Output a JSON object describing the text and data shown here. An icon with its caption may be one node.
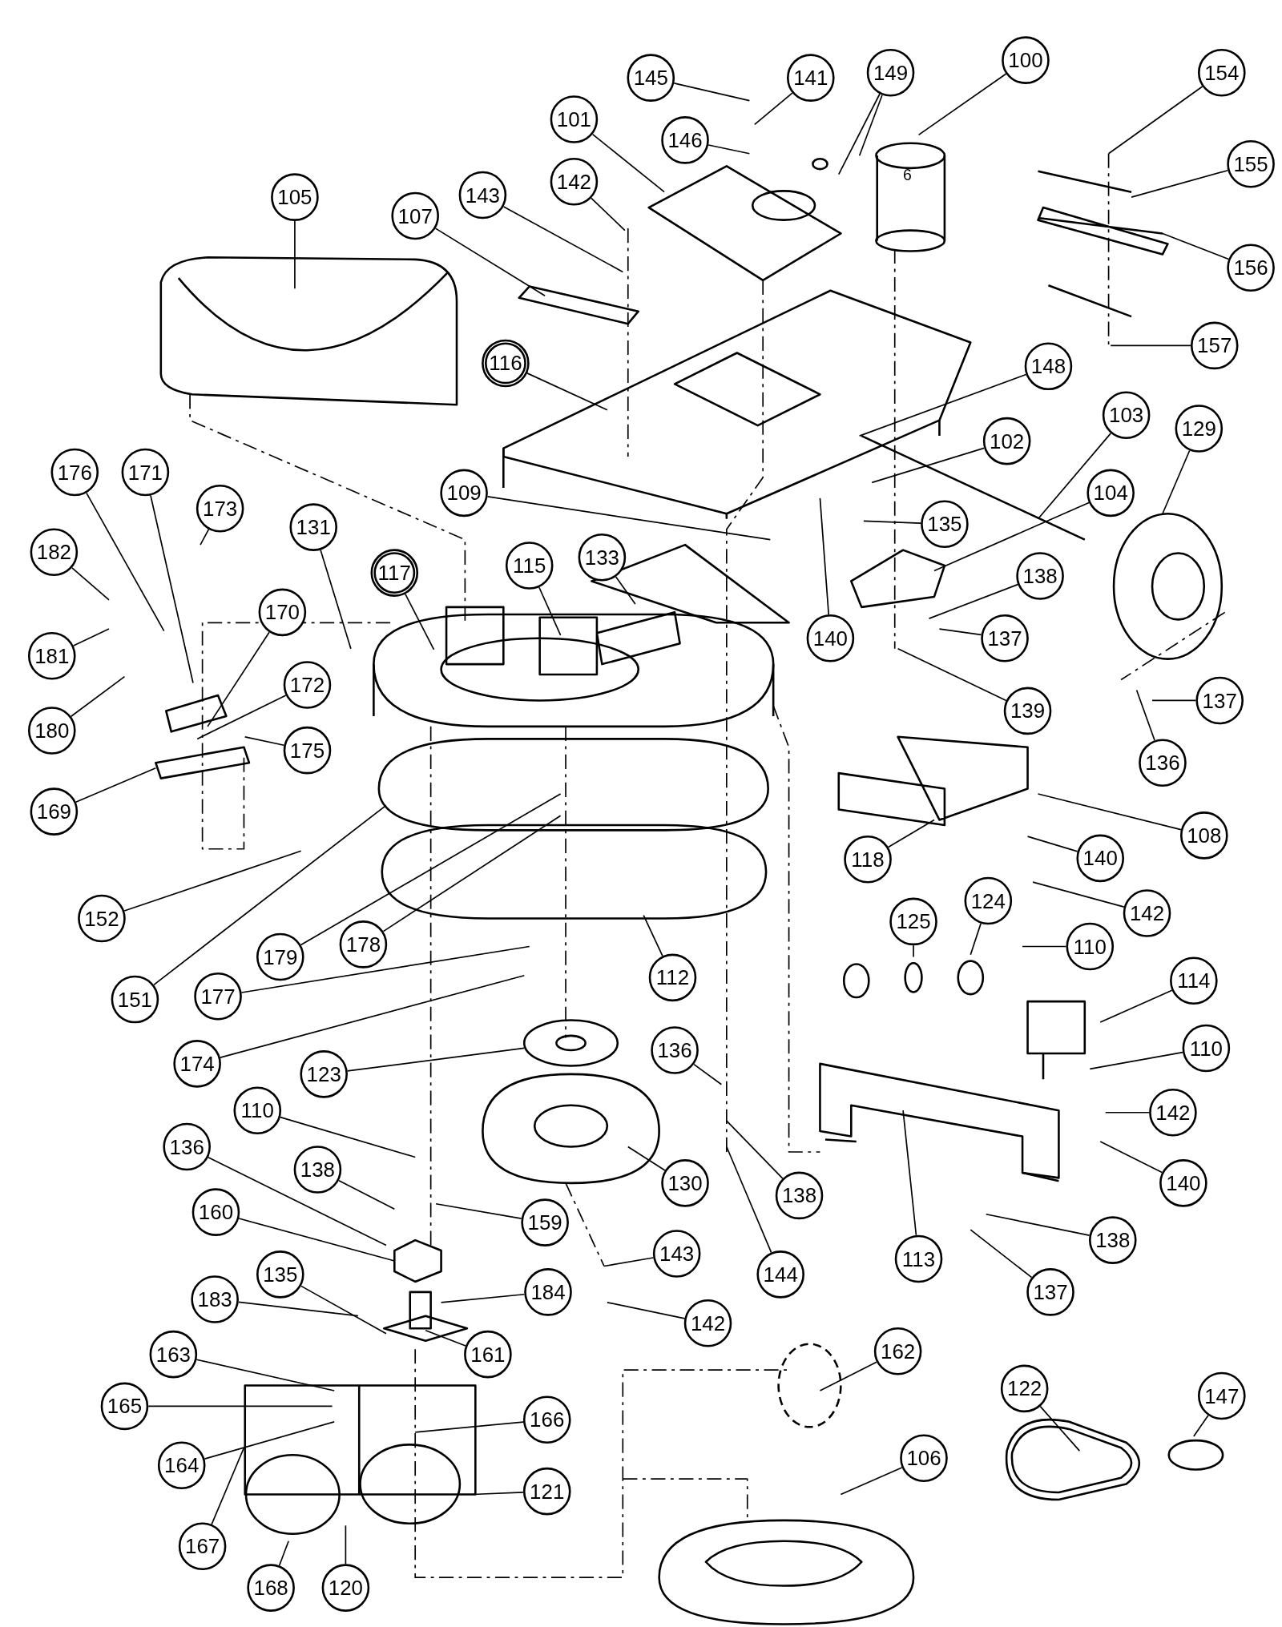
{
  "diagram": {
    "nodes": [
      {
        "text": [
          "145"
        ]
      },
      {
        "text": [
          "141"
        ]
      },
      {
        "text": [
          "149"
        ]
      },
      {
        "text": [
          "100"
        ]
      },
      {
        "text": [
          "154"
        ]
      },
      {
        "text": [
          "101"
        ]
      },
      {
        "text": [
          "146"
        ]
      },
      {
        "text": [
          "142"
        ]
      },
      {
        "text": [
          "155"
        ]
      },
      {
        "text": [
          "105"
        ]
      },
      {
        "text": [
          "143"
        ]
      },
      {
        "text": [
          "107"
        ]
      },
      {
        "text": [
          "156"
        ]
      },
      {
        "text": [
          "157"
        ]
      },
      {
        "text": [
          "116"
        ]
      },
      {
        "text": [
          "148"
        ]
      },
      {
        "text": [
          "103"
        ]
      },
      {
        "text": [
          "129"
        ]
      },
      {
        "text": [
          "102"
        ]
      },
      {
        "text": [
          "104"
        ]
      },
      {
        "text": [
          "176"
        ]
      },
      {
        "text": [
          "171"
        ]
      },
      {
        "text": [
          "173"
        ]
      },
      {
        "text": [
          "109"
        ]
      },
      {
        "text": [
          "131"
        ]
      },
      {
        "text": [
          "135"
        ]
      },
      {
        "text": [
          "182"
        ]
      },
      {
        "text": [
          "133"
        ]
      },
      {
        "text": [
          "115"
        ]
      },
      {
        "text": [
          "117"
        ]
      },
      {
        "text": [
          "138"
        ]
      },
      {
        "text": [
          "181"
        ]
      },
      {
        "text": [
          "170"
        ]
      },
      {
        "text": [
          "140"
        ]
      },
      {
        "text": [
          "137"
        ]
      },
      {
        "text": [
          "137"
        ]
      },
      {
        "text": [
          "139"
        ]
      },
      {
        "text": [
          "180"
        ]
      },
      {
        "text": [
          "172"
        ]
      },
      {
        "text": [
          "175"
        ]
      },
      {
        "text": [
          "136"
        ]
      },
      {
        "text": [
          "169"
        ]
      },
      {
        "text": [
          "108"
        ]
      },
      {
        "text": [
          "140"
        ]
      },
      {
        "text": [
          "118"
        ]
      },
      {
        "text": [
          "142"
        ]
      },
      {
        "text": [
          "152"
        ]
      },
      {
        "text": [
          "179"
        ]
      },
      {
        "text": [
          "178"
        ]
      },
      {
        "text": [
          "110"
        ]
      },
      {
        "text": [
          "125"
        ]
      },
      {
        "text": [
          "124"
        ]
      },
      {
        "text": [
          "151"
        ]
      },
      {
        "text": [
          "112"
        ]
      },
      {
        "text": [
          "114"
        ]
      },
      {
        "text": [
          "177"
        ]
      },
      {
        "text": [
          "174"
        ]
      },
      {
        "text": [
          "123"
        ]
      },
      {
        "text": [
          "136"
        ]
      },
      {
        "text": [
          "110"
        ]
      },
      {
        "text": [
          "110"
        ]
      },
      {
        "text": [
          "142"
        ]
      },
      {
        "text": [
          "136"
        ]
      },
      {
        "text": [
          "130"
        ]
      },
      {
        "text": [
          "138"
        ]
      },
      {
        "text": [
          "140"
        ]
      },
      {
        "text": [
          "138"
        ]
      },
      {
        "text": [
          "159"
        ]
      },
      {
        "text": [
          "160"
        ]
      },
      {
        "text": [
          "138"
        ]
      },
      {
        "text": [
          "143"
        ]
      },
      {
        "text": [
          "113"
        ]
      },
      {
        "text": [
          "184"
        ]
      },
      {
        "text": [
          "144"
        ]
      },
      {
        "text": [
          "137"
        ]
      },
      {
        "text": [
          "135"
        ]
      },
      {
        "text": [
          "183"
        ]
      },
      {
        "text": [
          "142"
        ]
      },
      {
        "text": [
          "161"
        ]
      },
      {
        "text": [
          "163"
        ]
      },
      {
        "text": [
          "162"
        ]
      },
      {
        "text": [
          "122"
        ]
      },
      {
        "text": [
          "147"
        ]
      },
      {
        "text": [
          "165"
        ]
      },
      {
        "text": [
          "166"
        ]
      },
      {
        "text": [
          "164"
        ]
      },
      {
        "text": [
          "106"
        ]
      },
      {
        "text": [
          "121"
        ]
      },
      {
        "text": [
          "167"
        ]
      },
      {
        "text": [
          "168"
        ]
      },
      {
        "text": [
          "120"
        ]
      }
    ],
    "edges": [
      {
        "from": 0,
        "to": null,
        "arrow": "none"
      },
      {
        "from": 1,
        "to": null,
        "arrow": "none"
      },
      {
        "from": 2,
        "to": null,
        "arrow": "none"
      },
      {
        "from": 2,
        "to": null,
        "arrow": "none"
      },
      {
        "from": 3,
        "to": null,
        "arrow": "none"
      },
      {
        "from": 4,
        "to": null,
        "arrow": "none"
      },
      {
        "from": 5,
        "to": null,
        "arrow": "none"
      },
      {
        "from": 6,
        "to": null,
        "arrow": "none"
      },
      {
        "from": 7,
        "to": null,
        "arrow": "none"
      },
      {
        "from": 8,
        "to": null,
        "arrow": "none"
      },
      {
        "from": 9,
        "to": null,
        "arrow": "none"
      },
      {
        "from": 10,
        "to": null,
        "arrow": "none"
      },
      {
        "from": 11,
        "to": null,
        "arrow": "none"
      },
      {
        "from": 12,
        "to": null,
        "arrow": "none"
      },
      {
        "from": 13,
        "to": null,
        "arrow": "none"
      },
      {
        "from": 14,
        "to": null,
        "arrow": "none"
      },
      {
        "from": 15,
        "to": null,
        "arrow": "none"
      },
      {
        "from": 16,
        "to": null,
        "arrow": "none"
      },
      {
        "from": 17,
        "to": null,
        "arrow": "none"
      },
      {
        "from": 18,
        "to": null,
        "arrow": "none"
      },
      {
        "from": 19,
        "to": null,
        "arrow": "none"
      },
      {
        "from": 20,
        "to": null,
        "arrow": "none"
      },
      {
        "from": 21,
        "to": null,
        "arrow": "none"
      },
      {
        "from": 22,
        "to": null,
        "arrow": "none"
      },
      {
        "from": 23,
        "to": null,
        "arrow": "none"
      },
      {
        "from": 24,
        "to": null,
        "arrow": "none"
      },
      {
        "from": 25,
        "to": null,
        "arrow": "none"
      },
      {
        "from": 26,
        "to": null,
        "arrow": "none"
      },
      {
        "from": 27,
        "to": null,
        "arrow": "none"
      },
      {
        "from": 28,
        "to": null,
        "arrow": "none"
      },
      {
        "from": 29,
        "to": null,
        "arrow": "none"
      },
      {
        "from": 30,
        "to": null,
        "arrow": "none"
      },
      {
        "from": 31,
        "to": null,
        "arrow": "none"
      },
      {
        "from": 32,
        "to": null,
        "arrow": "none"
      },
      {
        "from": 33,
        "to": null,
        "arrow": "none"
      },
      {
        "from": 34,
        "to": null,
        "arrow": "none"
      },
      {
        "from": 35,
        "to": null,
        "arrow": "none"
      },
      {
        "from": 36,
        "to": null,
        "arrow": "none"
      },
      {
        "from": 37,
        "to": null,
        "arrow": "none"
      },
      {
        "from": 38,
        "to": null,
        "arrow": "none"
      },
      {
        "from": 39,
        "to": null,
        "arrow": "none"
      },
      {
        "from": 40,
        "to": null,
        "arrow": "none"
      },
      {
        "from": 41,
        "to": null,
        "arrow": "none"
      },
      {
        "from": 42,
        "to": null,
        "arrow": "none"
      },
      {
        "from": 43,
        "to": null,
        "arrow": "none"
      },
      {
        "from": 44,
        "to": null,
        "arrow": "none"
      },
      {
        "from": 45,
        "to": null,
        "arrow": "none"
      },
      {
        "from": 46,
        "to": null,
        "arrow": "none"
      },
      {
        "from": 47,
        "to": null,
        "arrow": "none"
      },
      {
        "from": 48,
        "to": null,
        "arrow": "none"
      },
      {
        "from": 49,
        "to": null,
        "arrow": "none"
      },
      {
        "from": 50,
        "to": null,
        "arrow": "none"
      },
      {
        "from": 51,
        "to": null,
        "arrow": "none"
      },
      {
        "from": 52,
        "to": null,
        "arrow": "none"
      },
      {
        "from": 53,
        "to": null,
        "arrow": "none"
      },
      {
        "from": 54,
        "to": null,
        "arrow": "none"
      },
      {
        "from": 55,
        "to": null,
        "arrow": "none"
      },
      {
        "from": 56,
        "to": null,
        "arrow": "none"
      },
      {
        "from": 57,
        "to": null,
        "arrow": "none"
      },
      {
        "from": 58,
        "to": null,
        "arrow": "none"
      },
      {
        "from": 59,
        "to": null,
        "arrow": "none"
      },
      {
        "from": 60,
        "to": null,
        "arrow": "none"
      },
      {
        "from": 61,
        "to": null,
        "arrow": "none"
      },
      {
        "from": 62,
        "to": null,
        "arrow": "none"
      },
      {
        "from": 63,
        "to": null,
        "arrow": "none"
      },
      {
        "from": 64,
        "to": null,
        "arrow": "none"
      },
      {
        "from": 65,
        "to": null,
        "arrow": "none"
      },
      {
        "from": 66,
        "to": null,
        "arrow": "none"
      },
      {
        "from": 67,
        "to": null,
        "arrow": "none"
      },
      {
        "from": 68,
        "to": null,
        "arrow": "none"
      },
      {
        "from": 69,
        "to": null,
        "arrow": "none"
      },
      {
        "from": 70,
        "to": null,
        "arrow": "none"
      },
      {
        "from": 71,
        "to": null,
        "arrow": "none"
      },
      {
        "from": 72,
        "to": null,
        "arrow": "none"
      },
      {
        "from": 73,
        "to": null,
        "arrow": "none"
      },
      {
        "from": 74,
        "to": null,
        "arrow": "none"
      },
      {
        "from": 75,
        "to": null,
        "arrow": "none"
      },
      {
        "from": 76,
        "to": null,
        "arrow": "none"
      },
      {
        "from": 77,
        "to": null,
        "arrow": "none"
      },
      {
        "from": 78,
        "to": null,
        "arrow": "none"
      },
      {
        "from": 79,
        "to": null,
        "arrow": "none"
      },
      {
        "from": 80,
        "to": null,
        "arrow": "none"
      },
      {
        "from": 81,
        "to": null,
        "arrow": "none"
      },
      {
        "from": 82,
        "to": null,
        "arrow": "none"
      },
      {
        "from": 83,
        "to": null,
        "arrow": "none"
      },
      {
        "from": 84,
        "to": null,
        "arrow": "none"
      },
      {
        "from": 85,
        "to": null,
        "arrow": "none"
      },
      {
        "from": 86,
        "to": null,
        "arrow": "none"
      },
      {
        "from": 87,
        "to": null,
        "arrow": "none"
      },
      {
        "from": 88,
        "to": null,
        "arrow": "none"
      },
      {
        "from": 89,
        "to": null,
        "arrow": "none"
      },
      {
        "from": 90,
        "to": null,
        "arrow": "none"
      }
    ],
    "labels": [
      "6"
    ]
  }
}
